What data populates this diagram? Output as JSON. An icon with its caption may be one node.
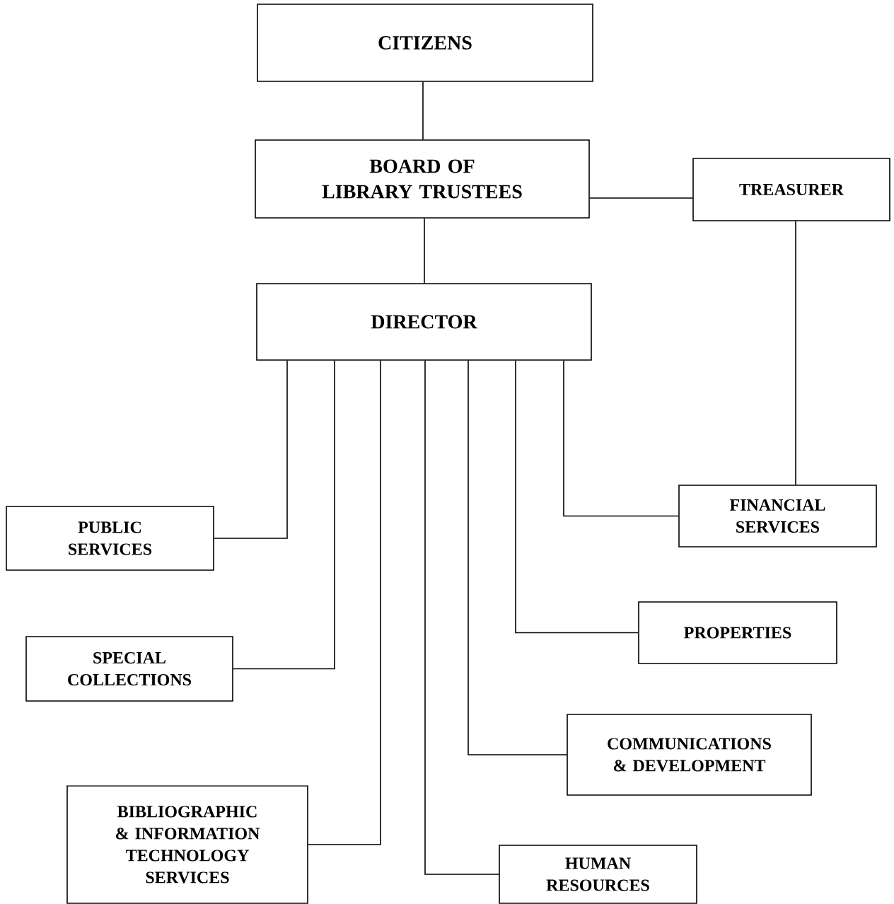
{
  "diagram": {
    "nodes": [
      {
        "text": [
          "CITIZENS"
        ]
      },
      {
        "text": [
          "BOARD OF LIBRARY TRUSTEES"
        ]
      },
      {
        "text": [
          "TREASURER"
        ]
      },
      {
        "text": [
          "DIRECTOR"
        ]
      },
      {
        "text": [
          "PUBLIC SERVICES"
        ]
      },
      {
        "text": [
          "SPECIAL COLLECTIONS"
        ]
      },
      {
        "text": [
          "BIBLIOGRAPHIC & INFORMATION TECHNOLOGY SERVICES"
        ]
      },
      {
        "text": [
          "HUMAN RESOURCES"
        ]
      },
      {
        "text": [
          "COMMUNICATIONS & DEVELOPMENT"
        ]
      },
      {
        "text": [
          "PROPERTIES"
        ]
      },
      {
        "text": [
          "FINANCIAL SERVICES"
        ]
      }
    ],
    "edges": [
      {
        "from": 0,
        "to": 1,
        "arrow": "none"
      },
      {
        "from": 1,
        "to": 2,
        "arrow": "none"
      },
      {
        "from": 1,
        "to": 3,
        "arrow": "none"
      },
      {
        "from": 2,
        "to": 10,
        "arrow": "none"
      },
      {
        "from": 3,
        "to": 4,
        "arrow": "none"
      },
      {
        "from": 3,
        "to": 5,
        "arrow": "none"
      },
      {
        "from": 3,
        "to": 6,
        "arrow": "none"
      },
      {
        "from": 3,
        "to": 7,
        "arrow": "none"
      },
      {
        "from": 3,
        "to": 8,
        "arrow": "none"
      },
      {
        "from": 3,
        "to": 9,
        "arrow": "none"
      },
      {
        "from": 3,
        "to": 10,
        "arrow": "none"
      }
    ]
  }
}
